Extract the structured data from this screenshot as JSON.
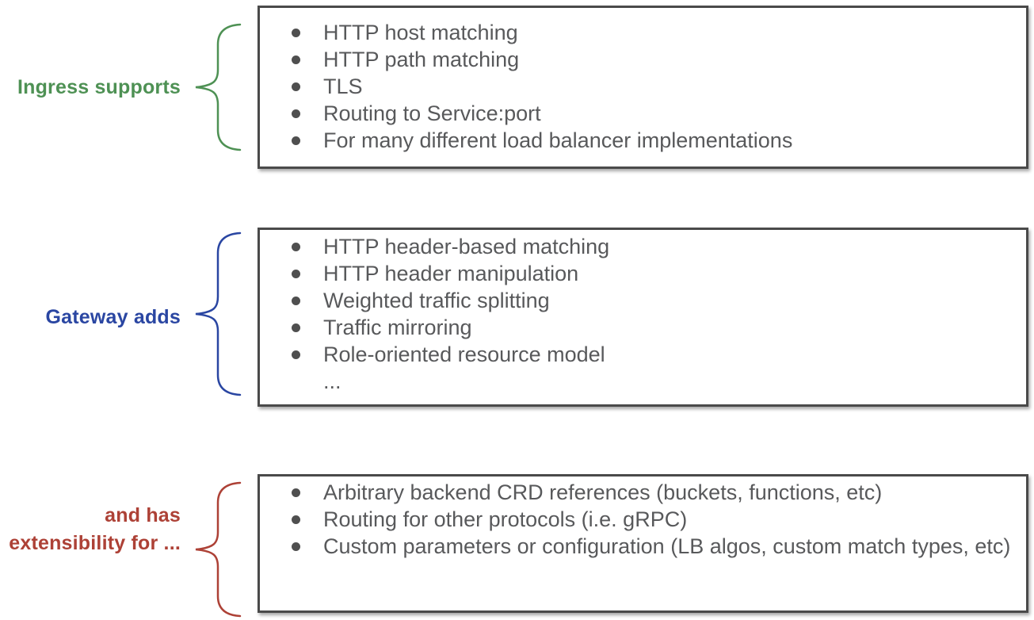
{
  "slide": {
    "background": "#ffffff",
    "text_color": "#58595b",
    "box_border_color": "#4a4a4a",
    "bullet_dot_color": "#4f4f4f"
  },
  "sections": [
    {
      "name": "ingress",
      "label": "Ingress supports",
      "accent_color": "#4e9154",
      "bullets": [
        "HTTP host matching",
        "HTTP path matching",
        "TLS",
        "Routing to Service:port",
        "For many different load balancer implementations"
      ]
    },
    {
      "name": "gateway",
      "label": "Gateway adds",
      "accent_color": "#2a46a2",
      "bullets": [
        "HTTP header-based matching",
        "HTTP header manipulation",
        "Weighted traffic splitting",
        "Traffic mirroring",
        "Role-oriented resource model"
      ],
      "ellipsis": "..."
    },
    {
      "name": "extensibility",
      "label_lines": [
        "and has",
        "extensibility for ..."
      ],
      "accent_color": "#ad4136",
      "bullets": [
        "Arbitrary backend CRD references (buckets, functions, etc)",
        "Routing for other protocols (i.e. gRPC)",
        "Custom parameters or configuration (LB algos, custom match types, etc)"
      ]
    }
  ]
}
